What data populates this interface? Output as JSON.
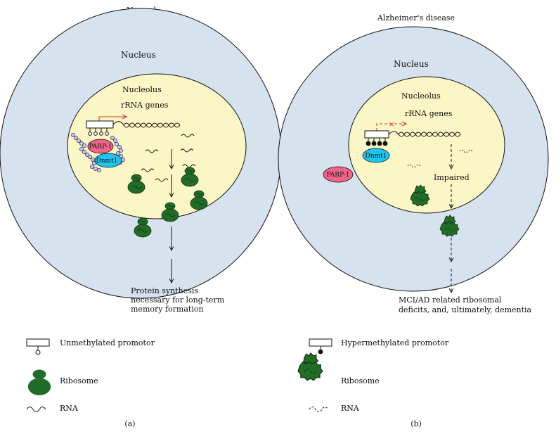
{
  "panels": {
    "a": {
      "title": "Normal",
      "nucleus": "Nucleus",
      "nucleolus": "Nucleolus",
      "genes": "rRNA genes",
      "parp": "PARP-1",
      "dnmt": "Dnmt1",
      "outcome": [
        "Protein synthesis",
        "necessary for long-term",
        "memory formation"
      ],
      "caption": "(a)"
    },
    "b": {
      "title": "Alzheimer's disease",
      "nucleus": "Nucleus",
      "nucleolus": "Nucleolus",
      "genes": "rRNA genes",
      "parp": "PARP-1",
      "dnmt": "Dnmt1",
      "impaired": "Impaired",
      "outcome": [
        "MCI/AD related ribosomal",
        "deficits, and, ultimately, dementia"
      ],
      "caption": "(b)"
    }
  },
  "legend": {
    "a": {
      "promoter": "Unmethylated promotor",
      "ribosome": "Ribosome",
      "rna": "RNA"
    },
    "b": {
      "promoter": "Hypermethylated promotor",
      "ribosome": "Ribosome",
      "rna": "RNA"
    }
  },
  "colors": {
    "cell": "#d6e2ee",
    "nucleolus": "#fbf6c5",
    "ribosome": "#226b28",
    "parp": "#f0658c",
    "dnmt": "#1ec6ee",
    "bead": "#c8c6ec",
    "arrow_red": "#d23a2a"
  }
}
